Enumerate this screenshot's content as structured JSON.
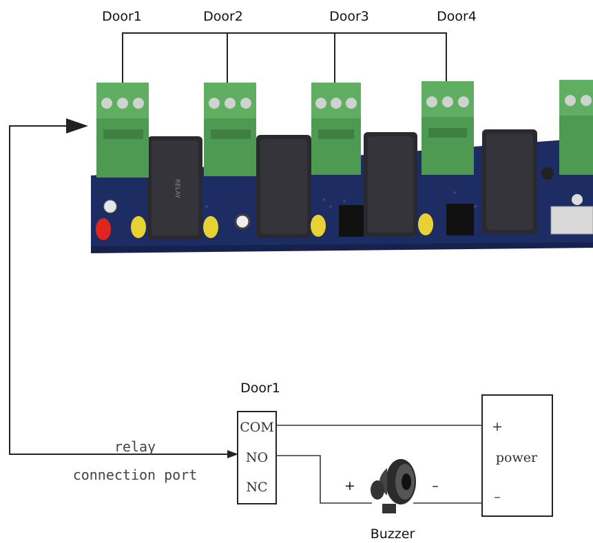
{
  "door_labels": [
    "Door1",
    "Door2",
    "Door3",
    "Door4"
  ],
  "port_title": "Door1",
  "port_terminals": [
    "COM",
    "NO",
    "NC"
  ],
  "relay_caption": [
    "relay",
    "connection port"
  ],
  "power_label": "power",
  "power_plus": "+",
  "power_minus": "–",
  "buzzer_label": "Buzzer",
  "buzzer_plus": "+",
  "buzzer_minus": "–",
  "colors": {
    "pcb": "#1d2c63",
    "terminal_block": "#4f9a52",
    "relay": "#2a2a2e",
    "led_yellow": "#e8d233",
    "led_red": "#e0261c",
    "wire": "#222222"
  }
}
